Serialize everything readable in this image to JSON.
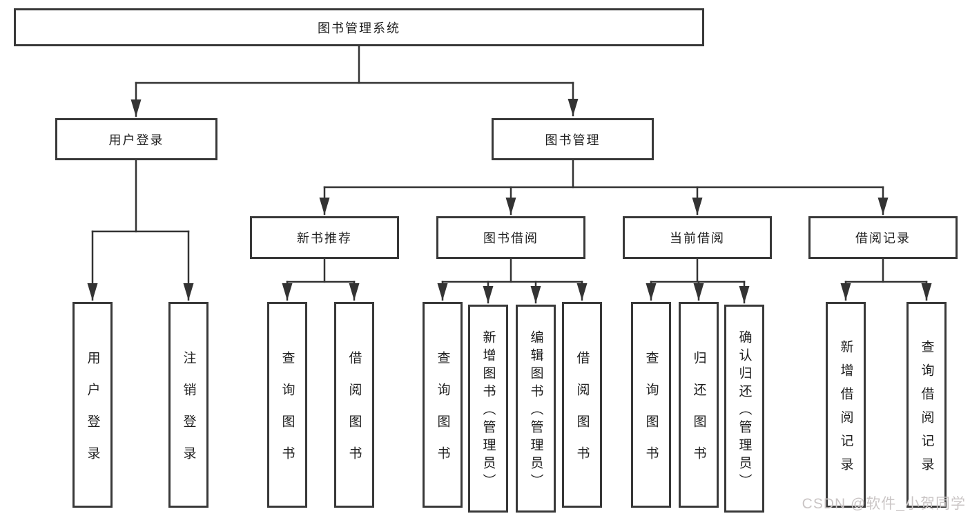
{
  "title": {
    "label": "图书管理系统"
  },
  "branches": {
    "user": {
      "label": "用户登录",
      "children": [
        {
          "label": "用户登录"
        },
        {
          "label": "注销登录"
        }
      ]
    },
    "book": {
      "label": "图书管理",
      "sections": [
        {
          "label": "新书推荐",
          "children": [
            {
              "label": "查询图书"
            },
            {
              "label": "借阅图书"
            }
          ]
        },
        {
          "label": "图书借阅",
          "children": [
            {
              "label": "查询图书"
            },
            {
              "label": "新增图书（管理员）"
            },
            {
              "label": "编辑图书（管理员）"
            },
            {
              "label": "借阅图书"
            }
          ]
        },
        {
          "label": "当前借阅",
          "children": [
            {
              "label": "查询图书"
            },
            {
              "label": "归还图书"
            },
            {
              "label": "确认归还（管理员）"
            }
          ]
        },
        {
          "label": "借阅记录",
          "children": [
            {
              "label": "新增借阅记录"
            },
            {
              "label": "查询借阅记录"
            }
          ]
        }
      ]
    }
  },
  "watermark": {
    "text": "CSDN @软件_小贺同学"
  },
  "colors": {
    "line": "#333333",
    "border": "#383838",
    "text": "#1f1f1f",
    "watermark": "#cac5c5",
    "background": "#ffffff"
  }
}
